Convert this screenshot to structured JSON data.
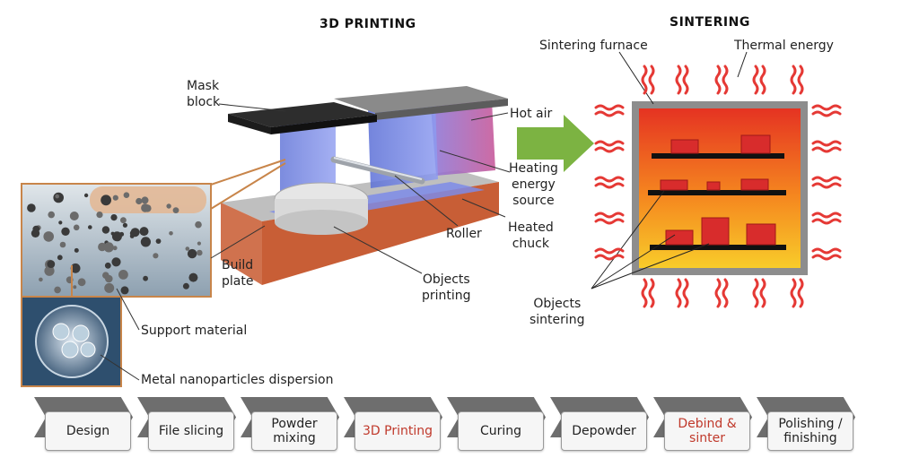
{
  "headers": {
    "printing": "3D PRINTING",
    "sintering": "SINTERING"
  },
  "labels": {
    "mask_block": "Mask\nblock",
    "hot_air": "Hot air",
    "heating_energy_source": "Heating\nenergy\nsource",
    "heated_chuck": "Heated\nchuck",
    "roller": "Roller",
    "build_plate": "Build\nplate",
    "objects_printing": "Objects\nprinting",
    "support_material": "Support material",
    "metal_nanoparticles": "Metal nanoparticles dispersion",
    "sintering_furnace": "Sintering furnace",
    "thermal_energy": "Thermal energy",
    "objects_sintering": "Objects\nsintering"
  },
  "steps": [
    {
      "label": "Design",
      "active": false
    },
    {
      "label": "File slicing",
      "active": false
    },
    {
      "label": "Powder\nmixing",
      "active": false
    },
    {
      "label": "3D Printing",
      "active": true
    },
    {
      "label": "Curing",
      "active": false
    },
    {
      "label": "Depowder",
      "active": false
    },
    {
      "label": "Debind &\nsinter",
      "active": true
    },
    {
      "label": "Polishing /\nfinishing",
      "active": false
    }
  ],
  "colors": {
    "accent_text": "#c0392b",
    "arrow_green": "#7cb342",
    "heat_wave_red": "#e53935",
    "chevron_gray": "#6e6e6e"
  }
}
